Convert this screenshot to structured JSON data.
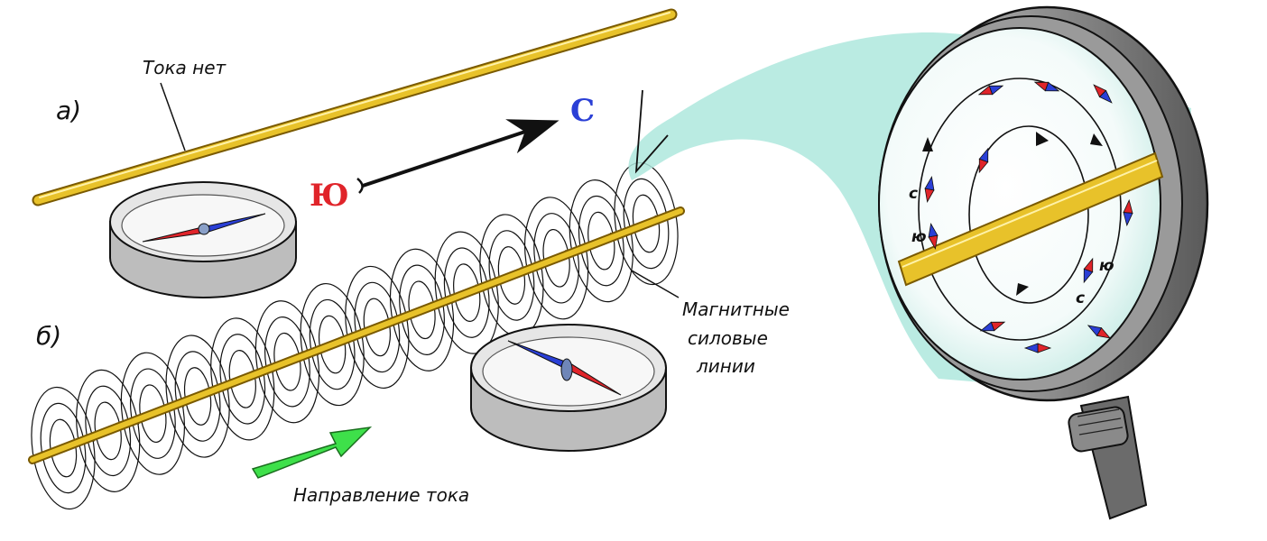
{
  "panels": {
    "a_label": "а)",
    "b_label": "б)"
  },
  "labels": {
    "no_current": "Тока нет",
    "field_lines_1": "Магнитные",
    "field_lines_2": "силовые",
    "field_lines_3": "линии",
    "current_direction": "Направление тока"
  },
  "poles": {
    "south": "Ю",
    "north": "С"
  },
  "magnifier_poles": {
    "n1": "с",
    "s1": "ю",
    "s2": "ю",
    "n2": "с"
  },
  "colors": {
    "wire": "#e8c22a",
    "wire_edge": "#7a5a00",
    "north": "#2a3fd6",
    "south": "#e0242a",
    "lens_tint": "#aee8dd",
    "arrow_green": "#3ee04a",
    "compass_body": "#d8d8d8"
  },
  "icons": [
    "compass-icon",
    "magnifier-icon",
    "arrow-icon"
  ]
}
